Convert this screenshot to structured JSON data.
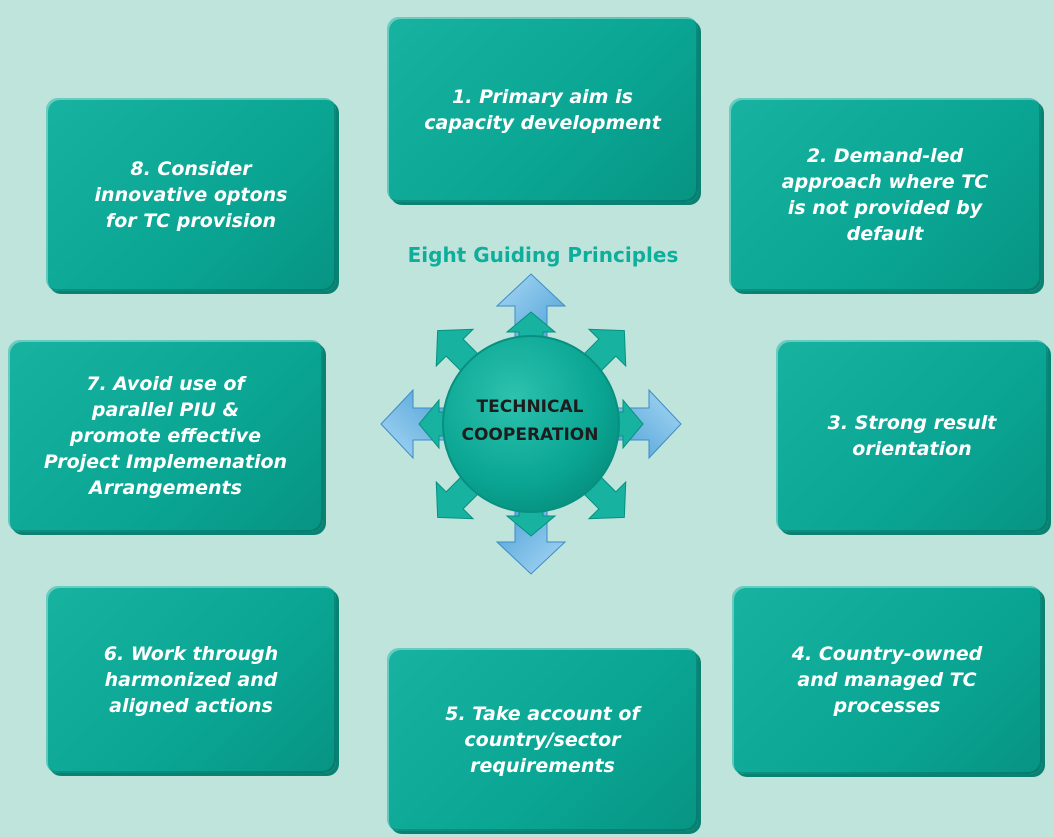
{
  "diagram": {
    "heading": "Eight Guiding Principles",
    "hub": {
      "label": "TECHNICAL\nCOOPERATION"
    },
    "principles": [
      {
        "id": 1,
        "text": "1. Primary aim is\ncapacity development"
      },
      {
        "id": 2,
        "text": "2. Demand-led\napproach where TC\nis not provided by\ndefault"
      },
      {
        "id": 3,
        "text": "3. Strong result\norientation"
      },
      {
        "id": 4,
        "text": "4. Country-owned\nand managed TC\nprocesses"
      },
      {
        "id": 5,
        "text": "5. Take account of\ncountry/sector\nrequirements"
      },
      {
        "id": 6,
        "text": "6. Work through\nharmonized and\naligned actions"
      },
      {
        "id": 7,
        "text": "7. Avoid use of\nparallel PIU &\npromote effective\nProject Implemenation\nArrangements"
      },
      {
        "id": 8,
        "text": "8. Consider\ninnovative optons\nfor  TC provision"
      }
    ],
    "colors": {
      "background": "#bfe4dc",
      "box": "#0aa593",
      "heading": "#0fae9c",
      "blue_arrow": "#6ab8e8",
      "teal_arrow": "#17b3a0"
    }
  }
}
